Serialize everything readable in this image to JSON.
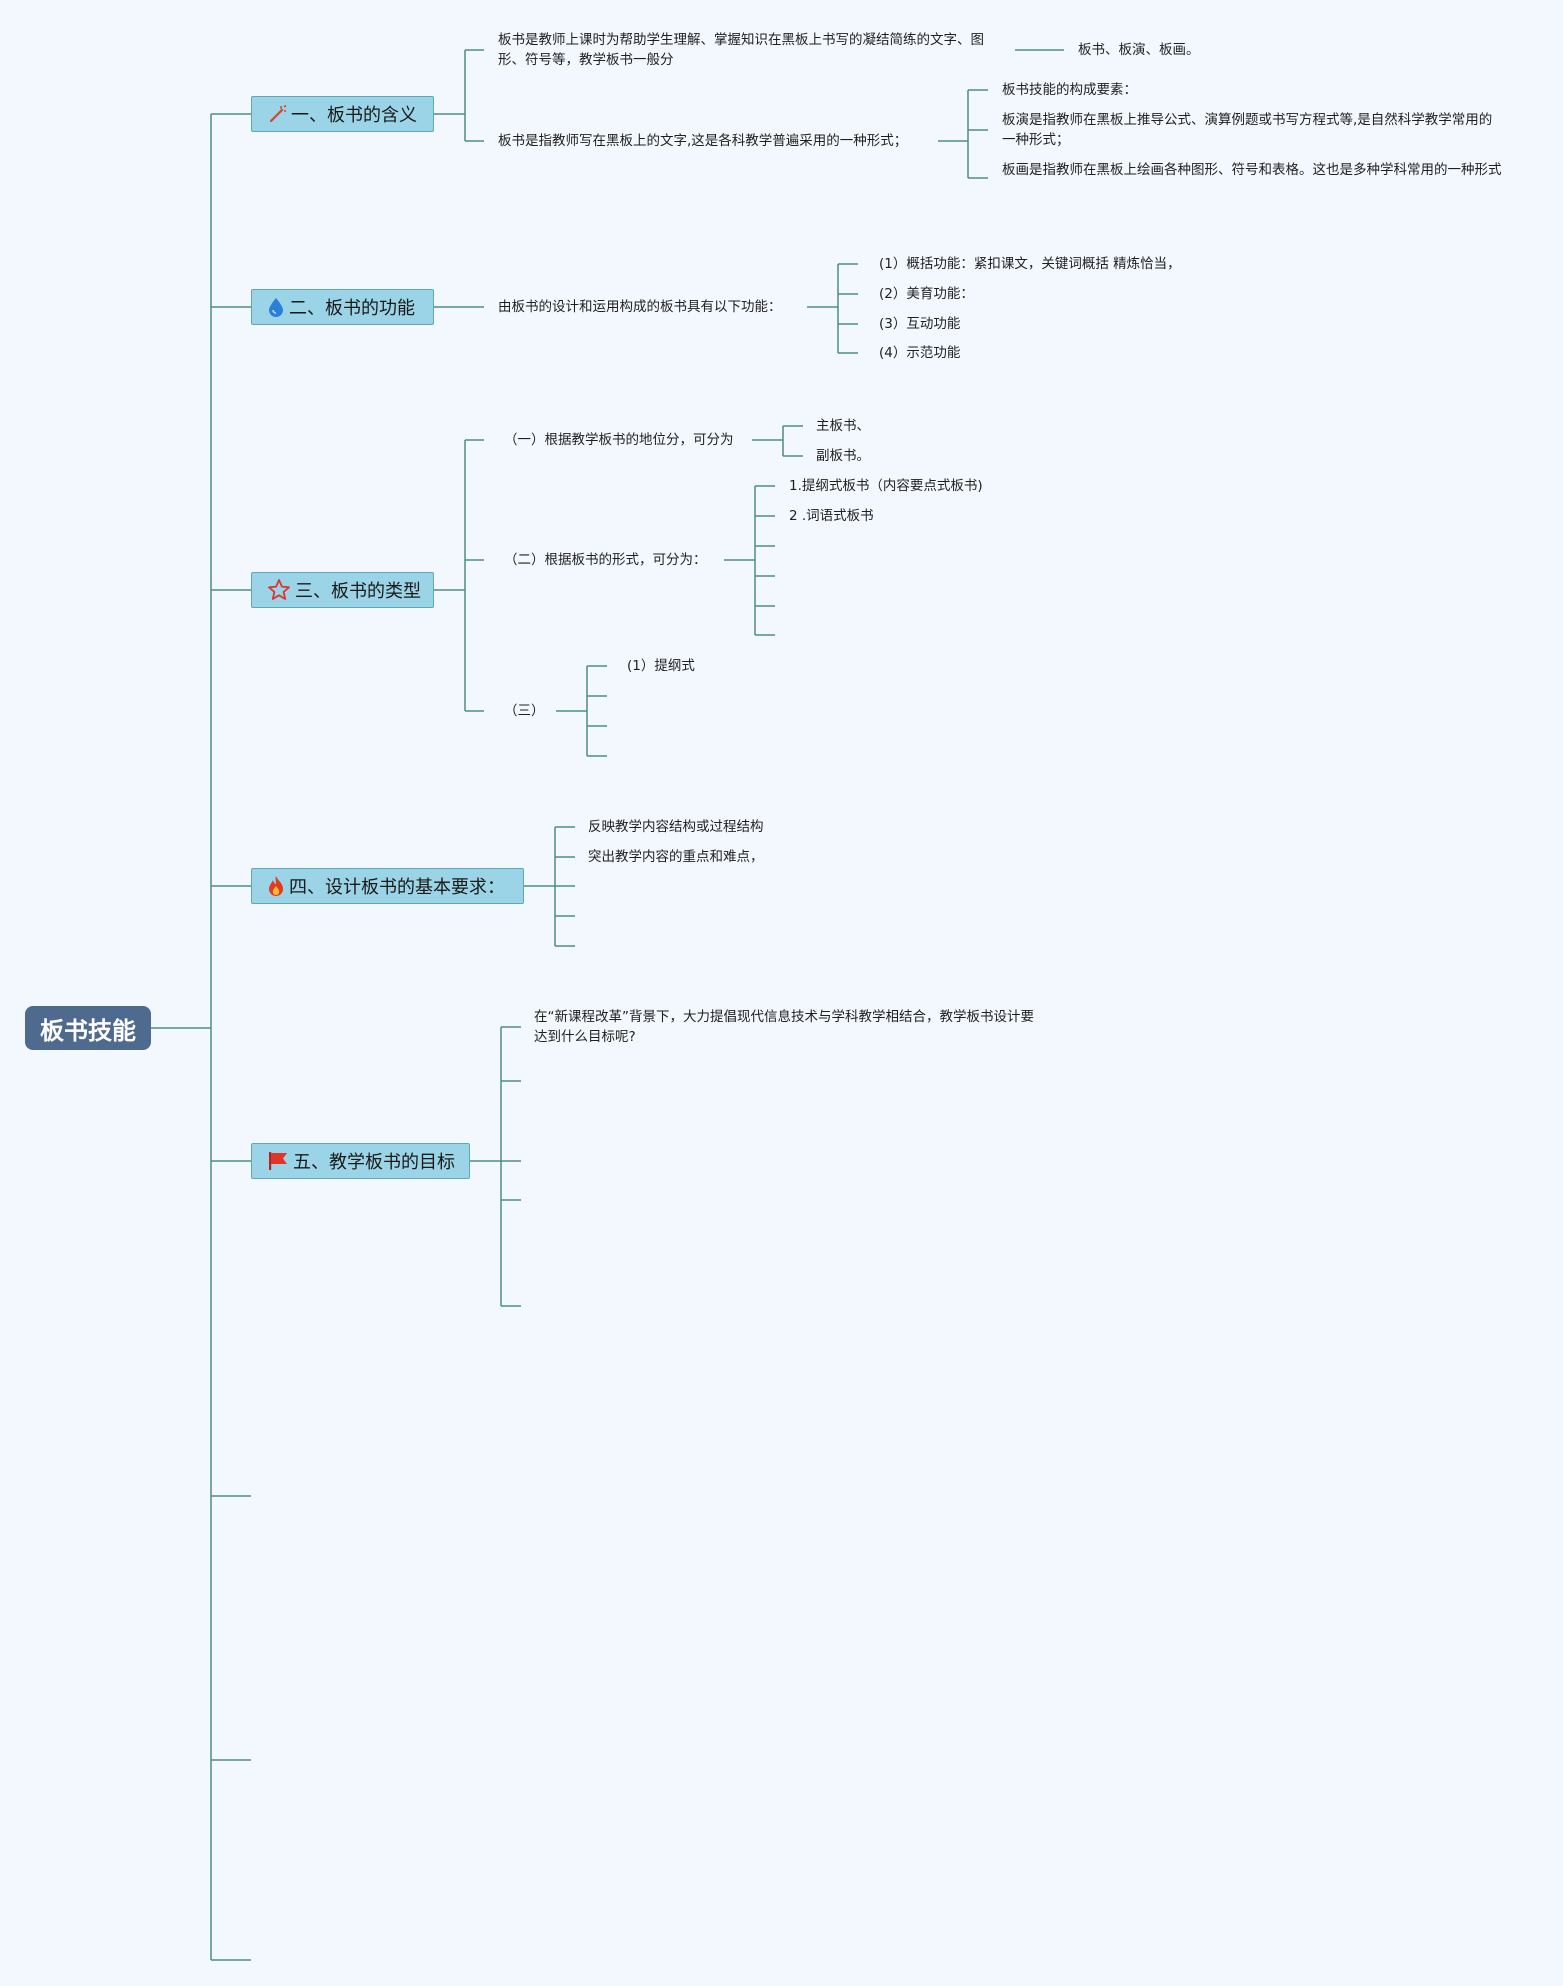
{
  "root": {
    "label": "板书技能"
  },
  "topics": [
    {
      "label": "一、板书的含义",
      "icon": "magic-wand-icon"
    },
    {
      "label": "二、板书的功能",
      "icon": "water-drop-icon"
    },
    {
      "label": "三、板书的类型",
      "icon": "star-icon"
    },
    {
      "label": "四、设计板书的基本要求：",
      "icon": "fire-icon"
    },
    {
      "label": "五、教学板书的目标",
      "icon": "flag-icon"
    }
  ],
  "t1": {
    "a": "板书是教师上课时为帮助学生理解、掌握知识在黑板上书写的凝结简练的文字、图形、符号等，教学板书一般分",
    "a_child": "板书、板演、板画。",
    "b": "板书是指教师写在黑板上的文字,这是各科教学普遍采用的一种形式；",
    "b_children": [
      "板书技能的构成要素：",
      "板演是指教师在黑板上推导公式、演算例题或书写方程式等,是自然科学教学常用的一种形式；",
      "板画是指教师在黑板上绘画各种图形、符号和表格。这也是多种学科常用的一种形式"
    ]
  },
  "t2": {
    "a": "由板书的设计和运用构成的板书具有以下功能：",
    "children": [
      "(1）概括功能：紧扣课文，关键词概括 精炼恰当，",
      "(2）美育功能：",
      "(3）互动功能",
      "(4）示范功能"
    ]
  },
  "t3": {
    "a": "（一）根据教学板书的地位分，可分为",
    "a_children": [
      "主板书、",
      "副板书。"
    ],
    "b": "（二）根据板书的形式，可分为：",
    "b_children": [
      "1.提纲式板书（内容要点式板书)",
      "2 .词语式板书"
    ],
    "c": "（三）",
    "c_children": [
      "(1）提纲式"
    ]
  },
  "t4": {
    "children": [
      "反映教学内容结构或过程结构",
      "突出教学内容的重点和难点，"
    ]
  },
  "t5": {
    "a": "在“新课程改革”背景下，大力提倡现代信息技术与学科教学相结合，教学板书设计要达到什么目标呢?"
  },
  "colors": {
    "line": "#4d8f7f",
    "root_fill": "#4f6a8f",
    "topic_fill": "#9ad4e6",
    "background": "#f3f8fe"
  }
}
